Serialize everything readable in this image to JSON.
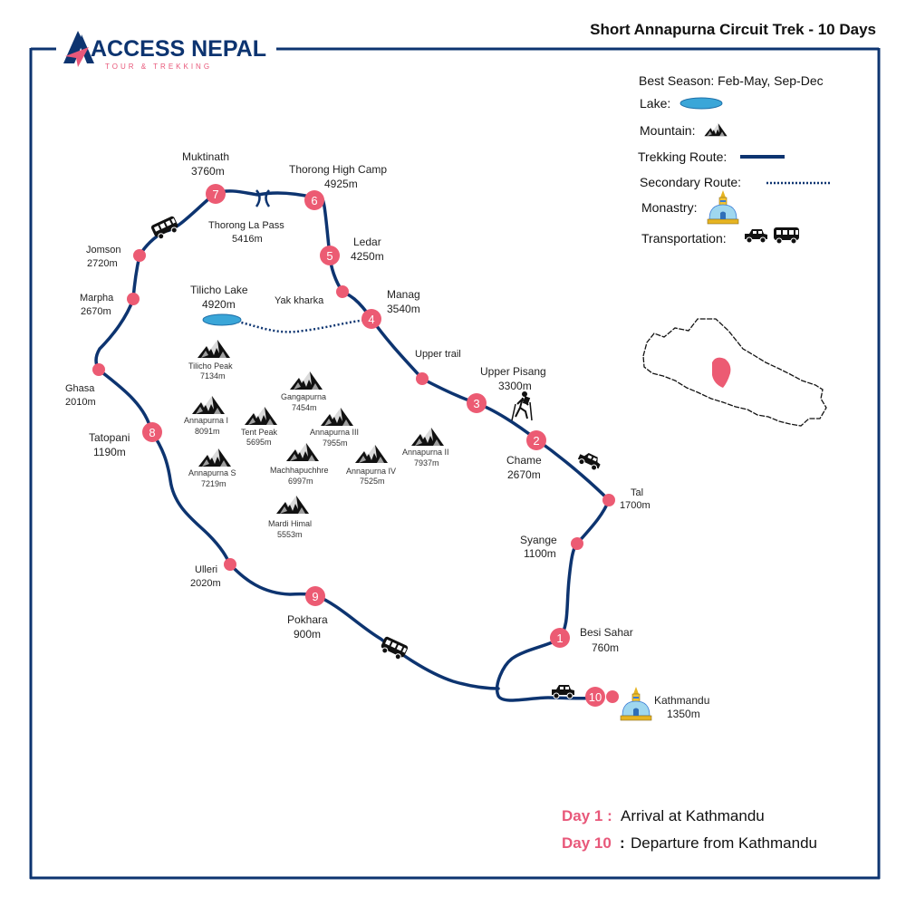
{
  "header": {
    "title": "Short Annapurna Circuit Trek - 10 Days",
    "logo_main": "ACCESS NEPAL",
    "logo_sub": "TOUR & TREKKING"
  },
  "legend": {
    "best_season": "Best Season: Feb-May, Sep-Dec",
    "lake": "Lake:",
    "mountain": "Mountain:",
    "trekking_route": "Trekking Route:",
    "secondary_route": "Secondary Route:",
    "monastery": "Monastry:",
    "transportation": "Transportation:"
  },
  "stops": {
    "kathmandu": {
      "num": "10",
      "name": "Kathmandu",
      "alt": "1350m"
    },
    "besi_sahar": {
      "num": "1",
      "name": "Besi Sahar",
      "alt": "760m"
    },
    "syange": {
      "name": "Syange",
      "alt": "1100m"
    },
    "tal": {
      "name": "Tal",
      "alt": "1700m"
    },
    "chame": {
      "num": "2",
      "name": "Chame",
      "alt": "2670m"
    },
    "upper_pisang": {
      "num": "3",
      "name": "Upper Pisang",
      "alt": "3300m"
    },
    "upper_trail": {
      "name": "Upper trail"
    },
    "manag": {
      "num": "4",
      "name": "Manag",
      "alt": "3540m"
    },
    "yak_kharka": {
      "name": "Yak kharka"
    },
    "ledar": {
      "num": "5",
      "name": "Ledar",
      "alt": "4250m"
    },
    "thorong_high_camp": {
      "num": "6",
      "name": "Thorong High Camp",
      "alt": "4925m"
    },
    "thorong_la": {
      "name": "Thorong La Pass",
      "alt": "5416m"
    },
    "muktinath": {
      "num": "7",
      "name": "Muktinath",
      "alt": "3760m"
    },
    "jomson": {
      "name": "Jomson",
      "alt": "2720m"
    },
    "marpha": {
      "name": "Marpha",
      "alt": "2670m"
    },
    "ghasa": {
      "name": "Ghasa",
      "alt": "2010m"
    },
    "tatopani": {
      "num": "8",
      "name": "Tatopani",
      "alt": "1190m"
    },
    "ulleri": {
      "name": "Ulleri",
      "alt": "2020m"
    },
    "pokhara": {
      "num": "9",
      "name": "Pokhara",
      "alt": "900m"
    },
    "tilicho_lake": {
      "name": "Tilicho Lake",
      "alt": "4920m"
    }
  },
  "mountains": [
    {
      "name": "Tilicho Peak",
      "alt": "7134m"
    },
    {
      "name": "Gangapurna",
      "alt": "7454m"
    },
    {
      "name": "Annapurna I",
      "alt": "8091m"
    },
    {
      "name": "Tent Peak",
      "alt": "5695m"
    },
    {
      "name": "Annapurna III",
      "alt": "7955m"
    },
    {
      "name": "Annapurna II",
      "alt": "7937m"
    },
    {
      "name": "Annapurna S",
      "alt": "7219m"
    },
    {
      "name": "Machhapuchhre",
      "alt": "6997m"
    },
    {
      "name": "Annapurna IV",
      "alt": "7525m"
    },
    {
      "name": "Mardi Himal",
      "alt": "5553m"
    }
  ],
  "itinerary": {
    "day1_label": "Day 1 :",
    "day1_text": "Arrival at Kathmandu",
    "day10_label": "Day 10",
    "day10_sep": ":",
    "day10_text": "Departure from Kathmandu"
  },
  "colors": {
    "route": "#0d3470",
    "marker": "#ec5b73",
    "accent": "#e8587a",
    "frame": "#0d3470",
    "lake": "#3aa6d8"
  },
  "icons": {
    "vehicle": "jeep-icon",
    "bus": "bus-icon",
    "monastery": "stupa-icon",
    "trekker": "hiker-icon",
    "pass": "pass-icon"
  }
}
